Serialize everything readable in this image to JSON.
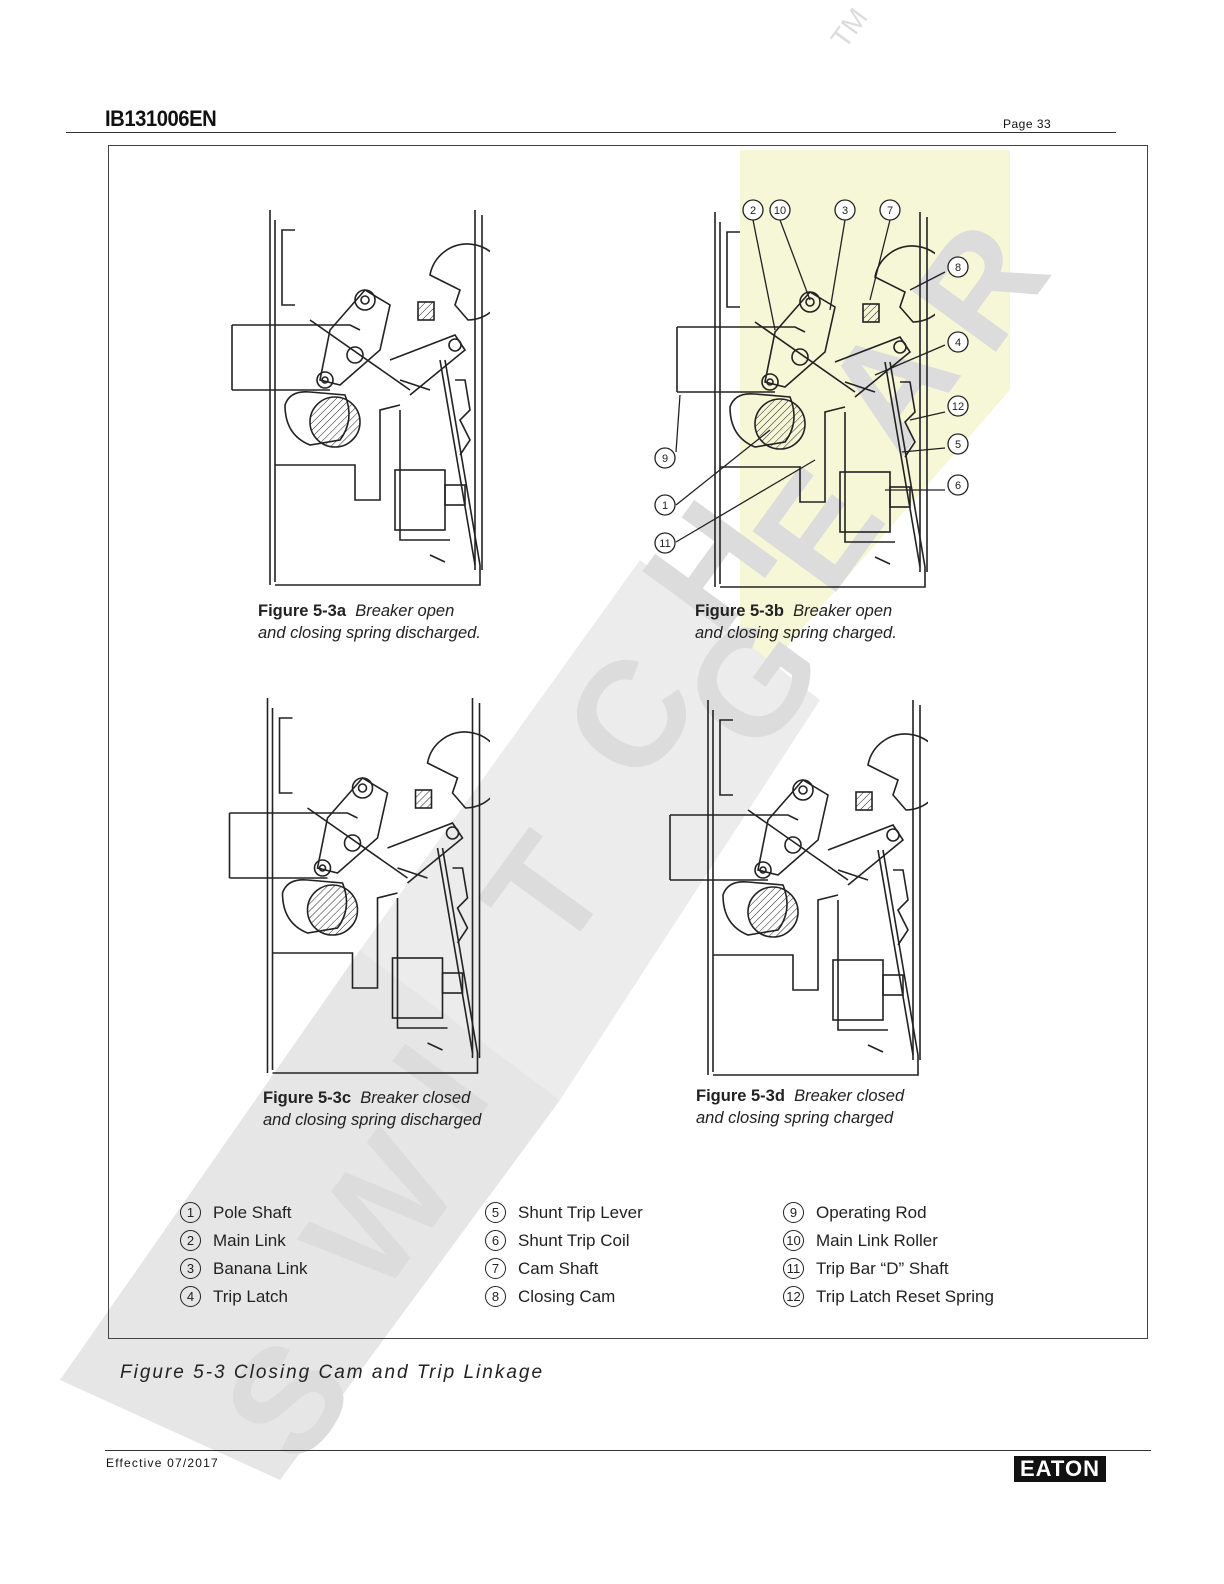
{
  "header": {
    "doc_code": "IB131006EN",
    "page": "Page 33"
  },
  "figures": [
    {
      "id": "5-3a",
      "num": "Figure 5-3a",
      "line1": "Breaker open",
      "line2": "and closing spring discharged."
    },
    {
      "id": "5-3b",
      "num": "Figure 5-3b",
      "line1": "Breaker open",
      "line2": "and closing spring charged."
    },
    {
      "id": "5-3c",
      "num": "Figure 5-3c",
      "line1": "Breaker closed",
      "line2": "and closing spring discharged"
    },
    {
      "id": "5-3d",
      "num": "Figure 5-3d",
      "line1": "Breaker closed",
      "line2": "and closing spring charged"
    }
  ],
  "callouts_5_3b": [
    "1",
    "2",
    "3",
    "4",
    "5",
    "6",
    "7",
    "8",
    "9",
    "10",
    "11",
    "12"
  ],
  "legend": [
    {
      "num": "1",
      "label": "Pole Shaft"
    },
    {
      "num": "2",
      "label": "Main Link"
    },
    {
      "num": "3",
      "label": "Banana Link"
    },
    {
      "num": "4",
      "label": "Trip Latch"
    },
    {
      "num": "5",
      "label": "Shunt Trip Lever"
    },
    {
      "num": "6",
      "label": "Shunt Trip Coil"
    },
    {
      "num": "7",
      "label": "Cam Shaft"
    },
    {
      "num": "8",
      "label": "Closing Cam"
    },
    {
      "num": "9",
      "label": "Operating Rod"
    },
    {
      "num": "10",
      "label": "Main Link Roller"
    },
    {
      "num": "11",
      "label": "Trip Bar “D” Shaft"
    },
    {
      "num": "12",
      "label": "Trip Latch Reset Spring"
    }
  ],
  "main_caption": "Figure 5-3 Closing Cam and Trip Linkage",
  "footer": {
    "effective": "Effective 07/2017",
    "logo_text": "EATON"
  },
  "watermark": {
    "letters": [
      "S",
      "W",
      "I",
      "T",
      "C",
      "H",
      "G",
      "E",
      "A",
      "R"
    ],
    "mark": "TM",
    "color": "#d9d9d9"
  }
}
